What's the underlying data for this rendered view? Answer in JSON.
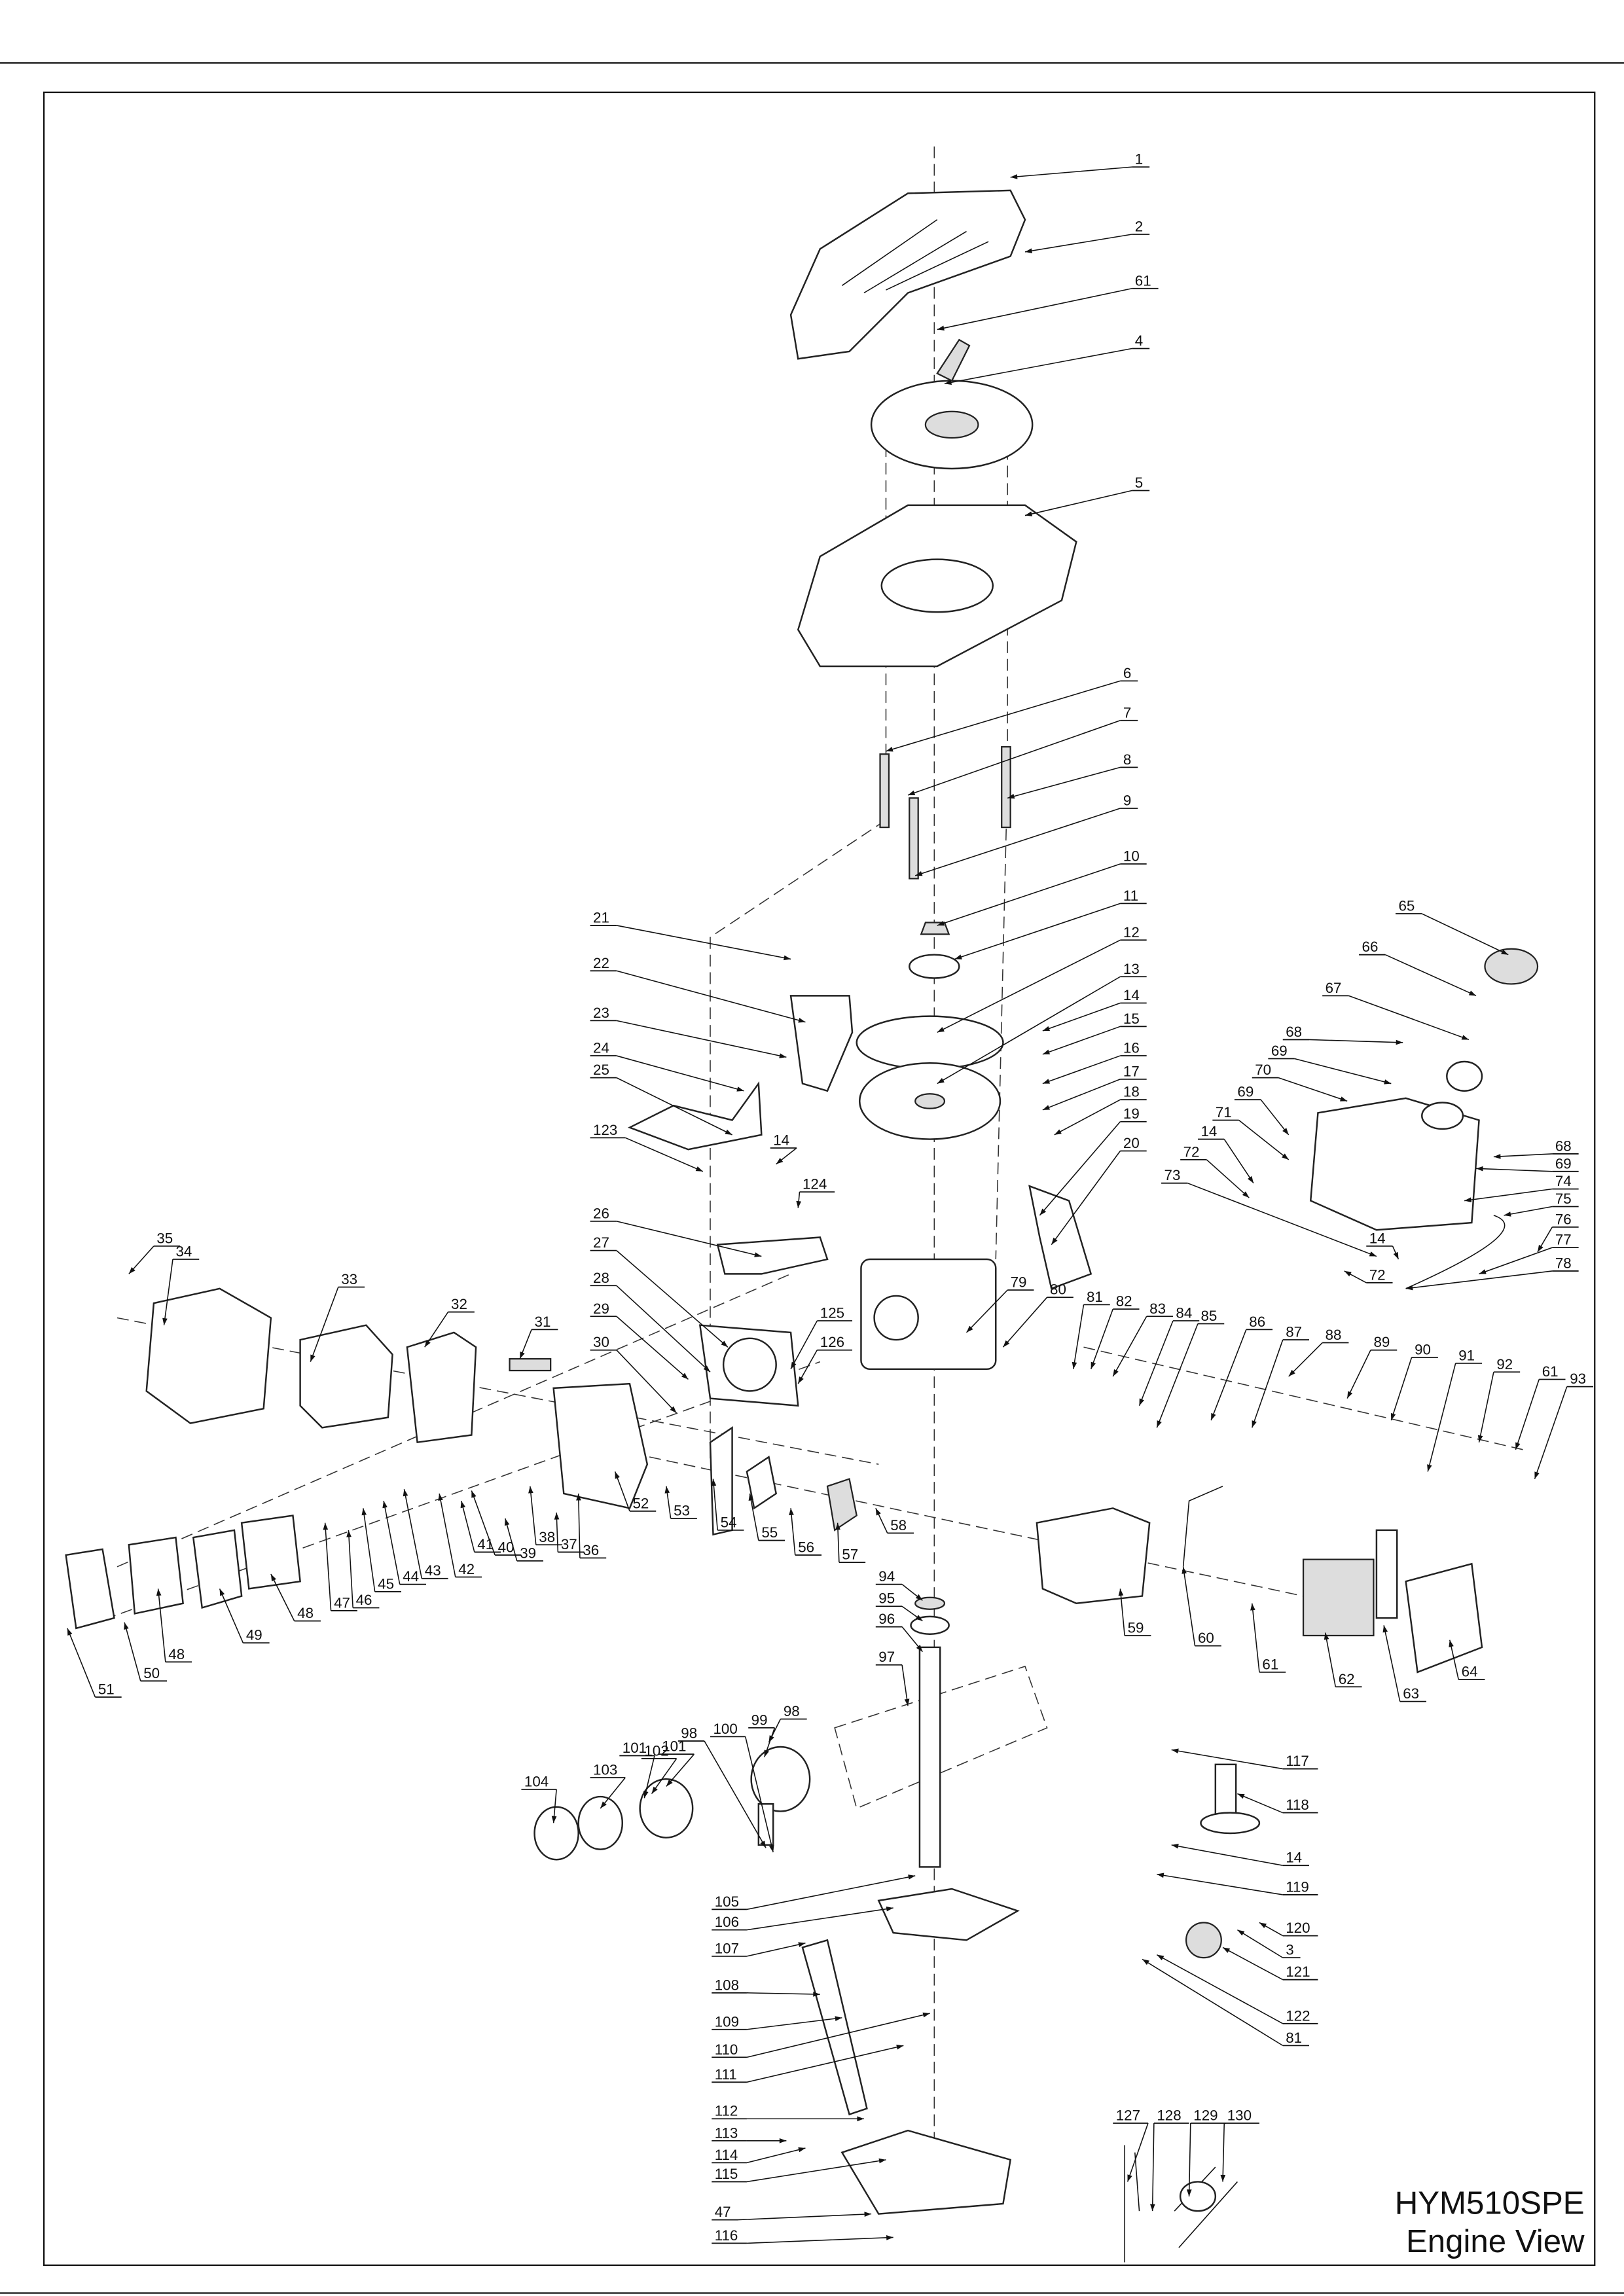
{
  "title": {
    "model": "HYM510SPE",
    "view": "Engine View"
  },
  "callouts": [
    "1",
    "2",
    "61",
    "4",
    "5",
    "6",
    "7",
    "8",
    "9",
    "10",
    "11",
    "12",
    "13",
    "14",
    "15",
    "16",
    "17",
    "18",
    "19",
    "20",
    "21",
    "22",
    "23",
    "24",
    "25",
    "123",
    "14",
    "124",
    "26",
    "27",
    "28",
    "29",
    "30",
    "31",
    "32",
    "33",
    "34",
    "35",
    "125",
    "126",
    "79",
    "80",
    "81",
    "82",
    "83",
    "84",
    "85",
    "86",
    "87",
    "88",
    "89",
    "90",
    "91",
    "92",
    "61",
    "93",
    "65",
    "66",
    "67",
    "68",
    "69",
    "70",
    "69",
    "71",
    "14",
    "72",
    "73",
    "68",
    "69",
    "74",
    "75",
    "76",
    "77",
    "78",
    "72",
    "14",
    "36",
    "37",
    "38",
    "39",
    "40",
    "41",
    "42",
    "43",
    "44",
    "45",
    "46",
    "47",
    "48",
    "49",
    "48",
    "50",
    "51",
    "52",
    "53",
    "54",
    "55",
    "56",
    "57",
    "58",
    "59",
    "60",
    "61",
    "62",
    "63",
    "64",
    "94",
    "95",
    "96",
    "97",
    "98",
    "99",
    "100",
    "101",
    "101",
    "102",
    "103",
    "104",
    "98",
    "105",
    "106",
    "107",
    "108",
    "109",
    "110",
    "111",
    "112",
    "113",
    "114",
    "115",
    "47",
    "116",
    "117",
    "118",
    "14",
    "119",
    "120",
    "3",
    "121",
    "122",
    "81",
    "127",
    "128",
    "129",
    "130"
  ]
}
